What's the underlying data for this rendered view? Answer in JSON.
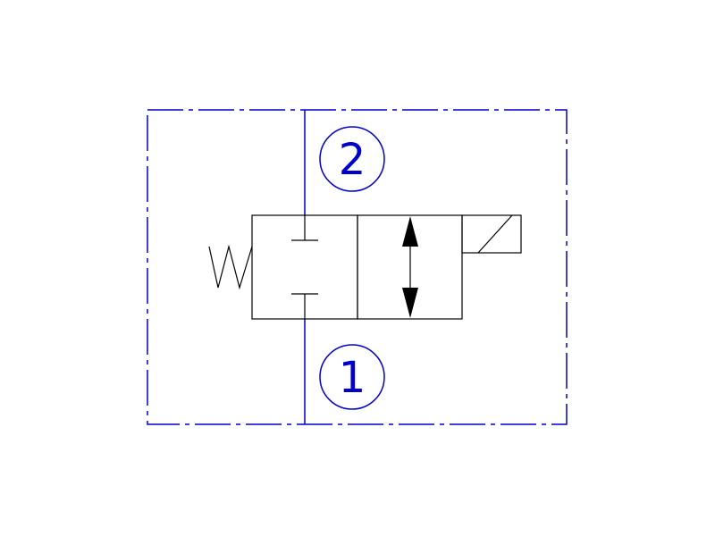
{
  "diagram": {
    "type": "hydraulic-valve-symbol",
    "ports": [
      {
        "id": "port-2",
        "label": "2"
      },
      {
        "id": "port-1",
        "label": "1"
      }
    ]
  },
  "colors": {
    "line_blue": "#0000cc",
    "symbol_black": "#000000",
    "background": "#ffffff"
  }
}
